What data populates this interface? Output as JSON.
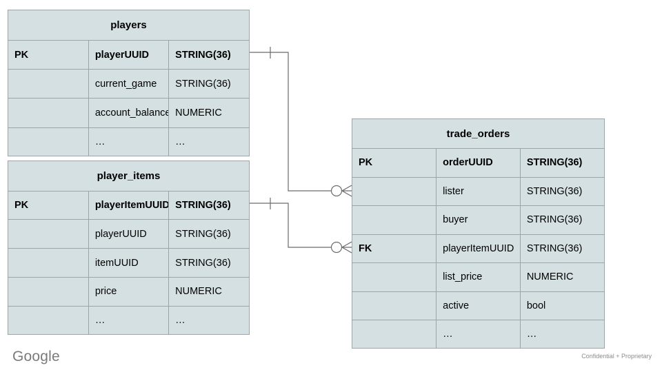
{
  "diagram": {
    "type": "entity-relationship-diagram",
    "notation": "crow's-foot",
    "colors": {
      "entity_fill": "#d5e0e3",
      "entity_border": "#9aa5a8",
      "connector": "#6b6b6b",
      "text": "#000000",
      "footer_text": "#7a7a7a"
    },
    "columns": {
      "key": "",
      "name": "",
      "type": ""
    },
    "entities": [
      {
        "id": "players",
        "title": "players",
        "fields": [
          {
            "key": "PK",
            "name": "playerUUID",
            "type": "STRING(36)",
            "primary": true
          },
          {
            "key": "",
            "name": "current_game",
            "type": "STRING(36)",
            "primary": false
          },
          {
            "key": "",
            "name": "account_balance",
            "type": "NUMERIC",
            "primary": false
          },
          {
            "key": "",
            "name": "…",
            "type": "…",
            "primary": false
          }
        ]
      },
      {
        "id": "player_items",
        "title": "player_items",
        "fields": [
          {
            "key": "PK",
            "name": "playerItemUUID",
            "type": "STRING(36)",
            "primary": true
          },
          {
            "key": "",
            "name": "playerUUID",
            "type": "STRING(36)",
            "primary": false
          },
          {
            "key": "",
            "name": "itemUUID",
            "type": "STRING(36)",
            "primary": false
          },
          {
            "key": "",
            "name": "price",
            "type": "NUMERIC",
            "primary": false
          },
          {
            "key": "",
            "name": "…",
            "type": "…",
            "primary": false
          }
        ]
      },
      {
        "id": "trade_orders",
        "title": "trade_orders",
        "fields": [
          {
            "key": "PK",
            "name": "orderUUID",
            "type": "STRING(36)",
            "primary": true
          },
          {
            "key": "",
            "name": "lister",
            "type": "STRING(36)",
            "primary": false
          },
          {
            "key": "",
            "name": "buyer",
            "type": "STRING(36)",
            "primary": false
          },
          {
            "key": "FK",
            "name": "playerItemUUID",
            "type": "STRING(36)",
            "primary": false
          },
          {
            "key": "",
            "name": "list_price",
            "type": "NUMERIC",
            "primary": false
          },
          {
            "key": "",
            "name": "active",
            "type": "bool",
            "primary": false
          },
          {
            "key": "",
            "name": "…",
            "type": "…",
            "primary": false
          }
        ]
      }
    ],
    "relationships": [
      {
        "id": "players-to-trade-orders",
        "from_entity": "players",
        "from_field": "playerUUID",
        "from_cardinality": "one",
        "to_entity": "trade_orders",
        "to_field": "lister",
        "to_cardinality": "zero-or-many"
      },
      {
        "id": "player-items-to-trade-orders",
        "from_entity": "player_items",
        "from_field": "playerItemUUID",
        "from_cardinality": "one",
        "to_entity": "trade_orders",
        "to_field": "playerItemUUID",
        "to_cardinality": "zero-or-many"
      }
    ]
  },
  "footer": {
    "logo": "Google",
    "note": "Confidential + Proprietary"
  }
}
